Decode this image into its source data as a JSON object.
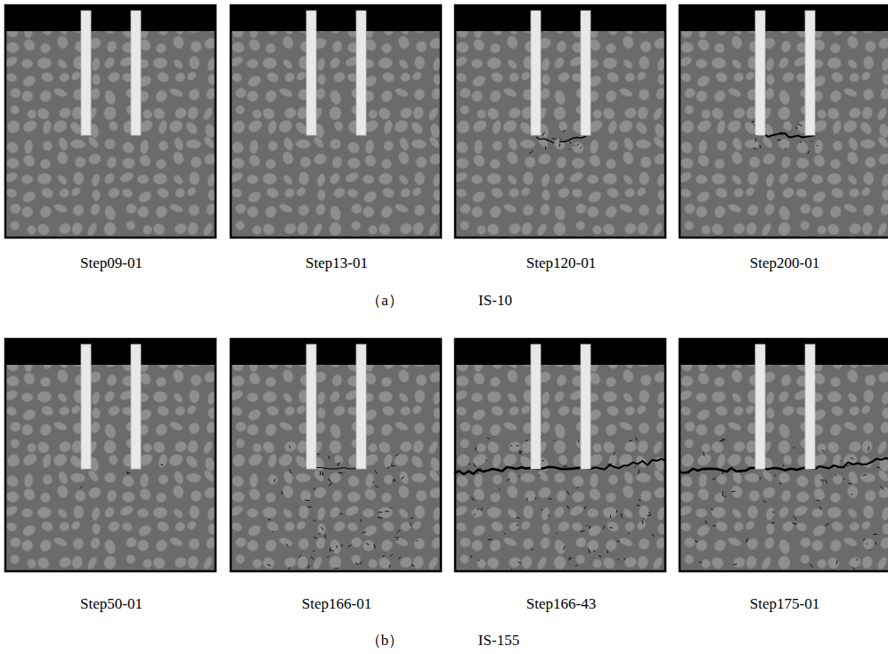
{
  "diagram": {
    "labels": [
      "Step09-01",
      "Step13-01",
      "Step120-01",
      "Step200-01",
      "（a）",
      "IS-10",
      "Step50-01",
      "Step166-01",
      "Step166-43",
      "Step175-01",
      "（b）",
      "IS-155"
    ]
  }
}
